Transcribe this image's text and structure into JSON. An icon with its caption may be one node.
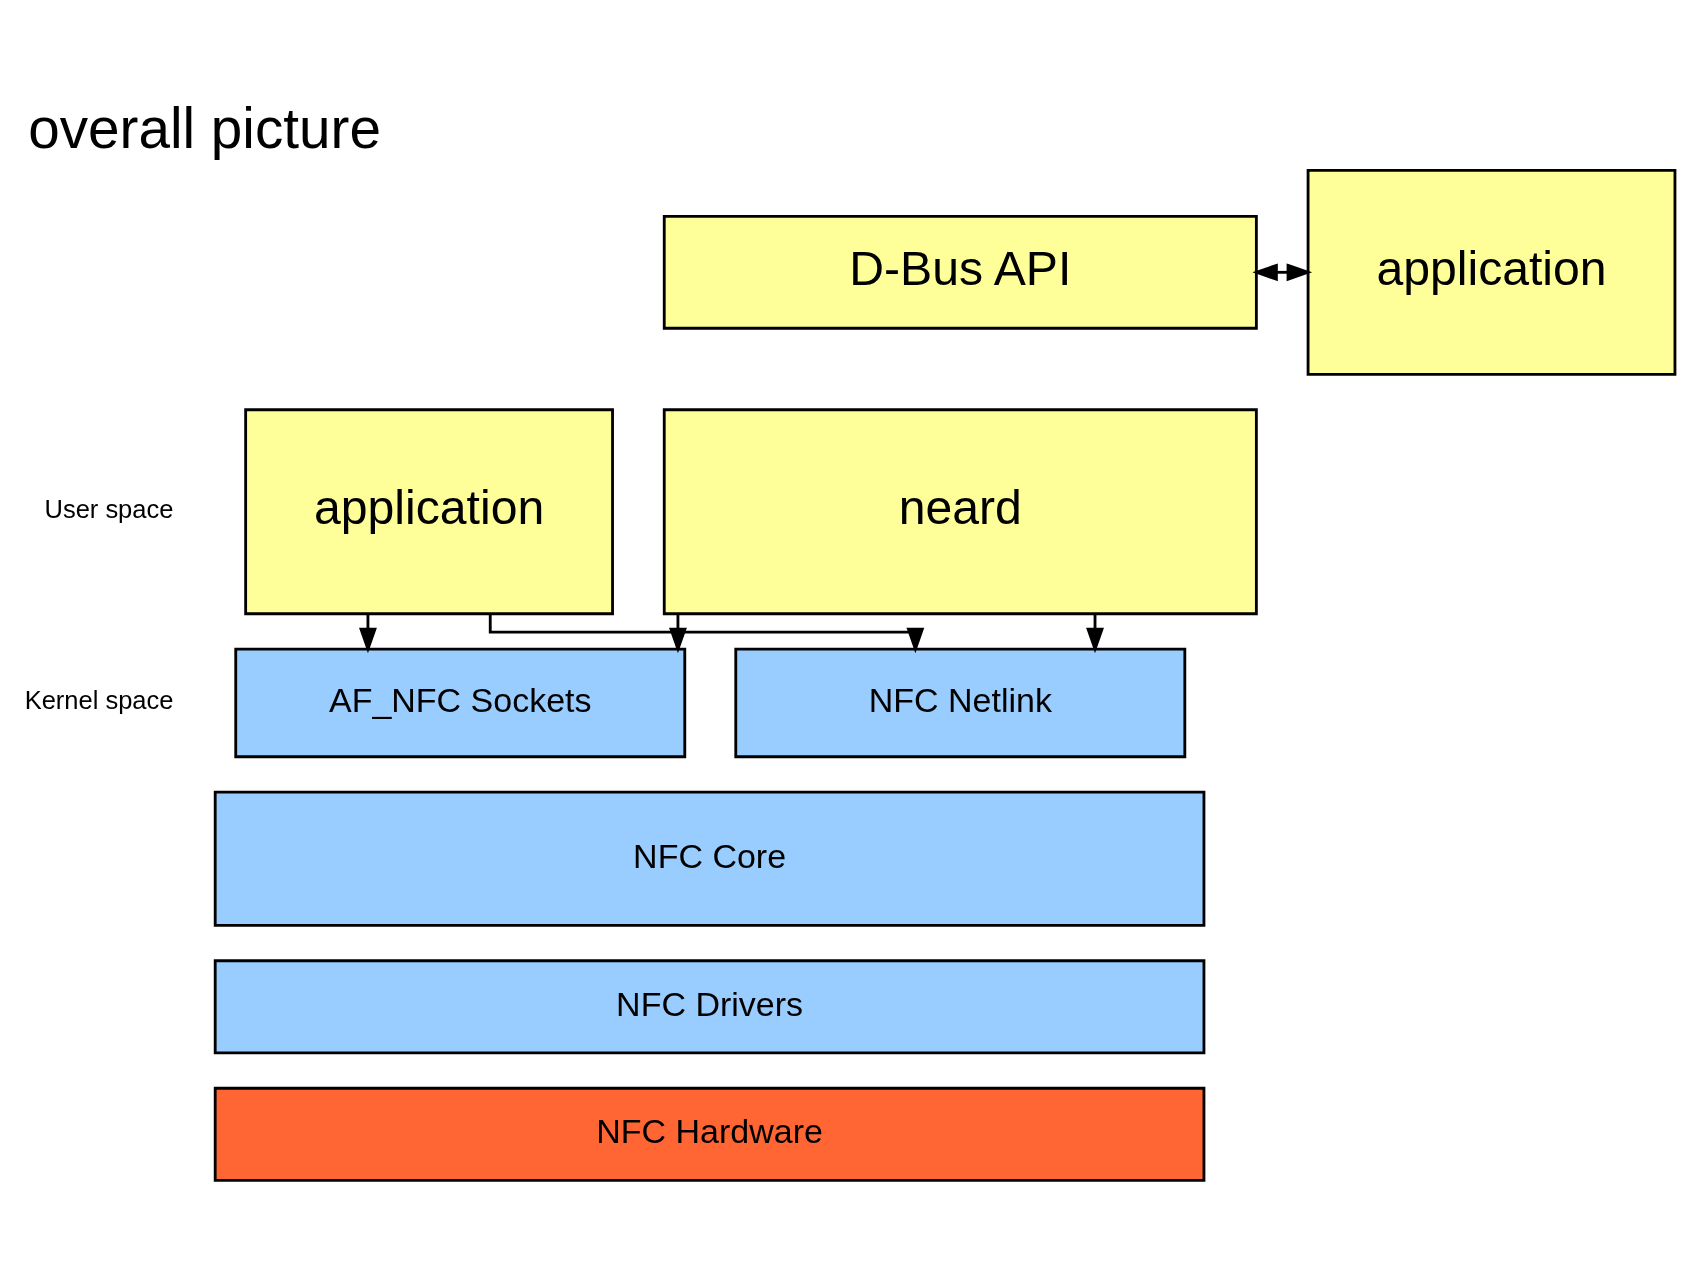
{
  "diagram": {
    "title": "overall picture",
    "nodes": [
      {
        "text": [
          "application"
        ]
      },
      {
        "text": [
          "D-Bus API"
        ]
      },
      {
        "text": [
          "neard"
        ]
      },
      {
        "text": [
          "application"
        ]
      },
      {
        "text": [
          "NFC Netlink"
        ]
      },
      {
        "text": [
          "AF_NFC Sockets"
        ]
      },
      {
        "text": [
          "NFC Core"
        ]
      },
      {
        "text": [
          "NFC Drivers"
        ]
      },
      {
        "text": [
          "NFC Hardware"
        ]
      }
    ],
    "edges": [
      {
        "from": 1,
        "to": 0,
        "arrow": "both"
      },
      {
        "from": 2,
        "to": 4,
        "arrow": "to"
      },
      {
        "from": 2,
        "to": 5,
        "arrow": "to"
      },
      {
        "from": 3,
        "to": 4,
        "arrow": "to"
      },
      {
        "from": 3,
        "to": 5,
        "arrow": "to"
      }
    ],
    "labels": [
      "User space",
      "Kernel space"
    ]
  }
}
